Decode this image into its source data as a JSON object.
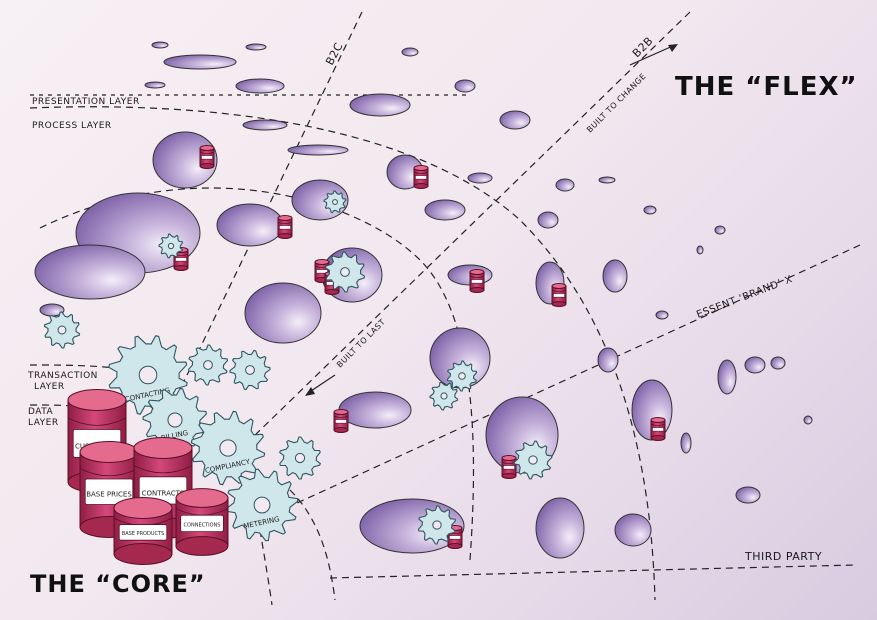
{
  "titles": {
    "flex": "THE “FLEX”",
    "core": "THE “CORE”"
  },
  "layers": {
    "presentation": "PRESENTATION LAYER",
    "process": "PROCESS LAYER",
    "transaction_1": "TRANSACTION",
    "transaction_2": "LAYER",
    "data_1": "DATA",
    "data_2": "LAYER"
  },
  "axes": {
    "b2c": "B2C",
    "b2b": "B2B",
    "essent": "ESSENT ‘BRAND’ X",
    "third_party": "THIRD PARTY",
    "built_to_change": "BUILT TO CHANGE",
    "built_to_last": "BUILT TO LAST"
  },
  "gears": [
    "CONTACTING",
    "BILLING",
    "COMPLIANCY",
    "METERING"
  ],
  "databases": [
    "CUSTOMERS",
    "BASE PRICES",
    "CONTRACTS",
    "BASE PRODUCTS",
    "CONNECTIONS"
  ],
  "colors": {
    "blob_dark": "#7e62a8",
    "blob_light": "#e6dcf0",
    "database": "#c0325f",
    "gear": "#cfe6ea"
  }
}
